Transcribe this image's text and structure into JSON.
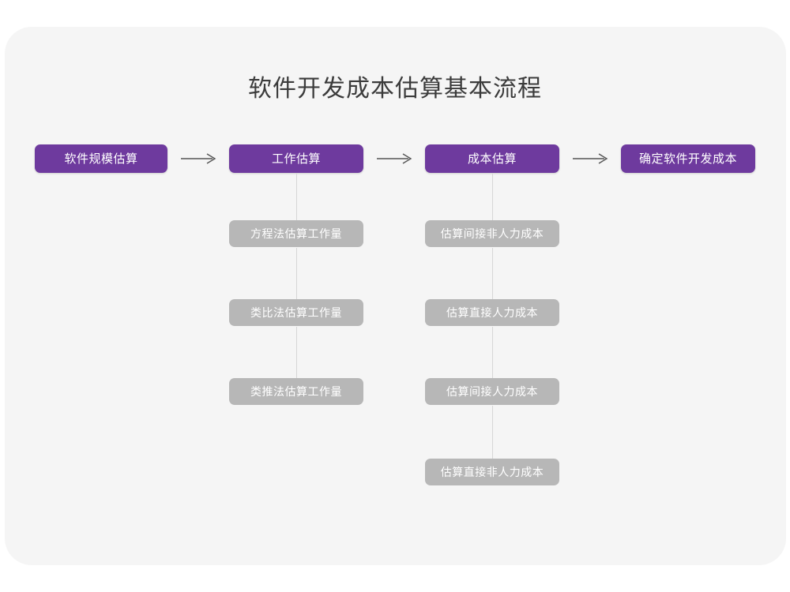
{
  "page": {
    "title": "软件开发成本估算基本流程",
    "background_color": "#ffffff",
    "card_color": "#f5f5f5"
  },
  "colors": {
    "primary": "#6e3a9e",
    "secondary": "#b7b7b7",
    "arrow": "#555555",
    "connector": "#d6d6d6",
    "title_text": "#3b3b3b",
    "node_text": "#ffffff"
  },
  "flow": {
    "main_steps": [
      {
        "label": "软件规模估算"
      },
      {
        "label": "工作估算"
      },
      {
        "label": "成本估算"
      },
      {
        "label": "确定软件开发成本"
      }
    ],
    "arrows": [
      {
        "name": "arrow-step1-step2"
      },
      {
        "name": "arrow-step2-step3"
      },
      {
        "name": "arrow-step3-step4"
      }
    ],
    "branches": [
      {
        "parent": "工作估算",
        "items": [
          {
            "label": "方程法估算工作量"
          },
          {
            "label": "类比法估算工作量"
          },
          {
            "label": "类推法估算工作量"
          }
        ]
      },
      {
        "parent": "成本估算",
        "items": [
          {
            "label": "估算间接非人力成本"
          },
          {
            "label": "估算直接人力成本"
          },
          {
            "label": "估算间接人力成本"
          },
          {
            "label": "估算直接非人力成本"
          }
        ]
      }
    ]
  }
}
